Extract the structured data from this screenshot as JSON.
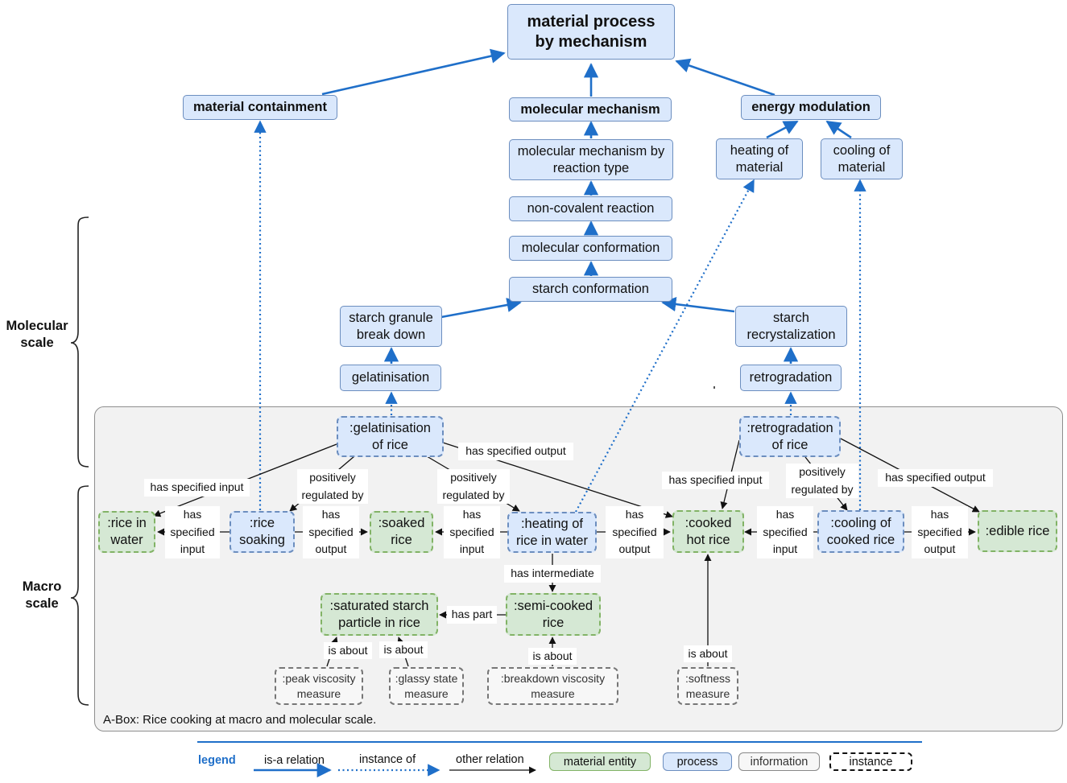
{
  "nodes": {
    "material_process": "material process\nby mechanism",
    "material_containment": "material containment",
    "molecular_mechanism": "molecular mechanism",
    "energy_modulation": "energy modulation",
    "mm_reaction_type": "molecular mechanism by\nreaction type",
    "heating_of_material": "heating of\nmaterial",
    "cooling_of_material": "cooling of\nmaterial",
    "non_covalent": "non-covalent reaction",
    "molecular_conformation": "molecular conformation",
    "starch_conformation": "starch conformation",
    "starch_breakdown": "starch granule\nbreak down",
    "starch_recryst": "starch\nrecrystalization",
    "gelatinisation": "gelatinisation",
    "retrogradation": "retrogradation",
    "gelatinisation_of_rice": ":gelatinisation\nof rice",
    "retrogradation_of_rice": ":retrogradation\nof rice",
    "rice_in_water": ":rice in\nwater",
    "rice_soaking": ":rice\nsoaking",
    "soaked_rice": ":soaked\nrice",
    "heating_rice_water": ":heating of\nrice in water",
    "cooked_hot_rice": ":cooked\nhot rice",
    "cooling_cooked_rice": ":cooling of\ncooked rice",
    "edible_rice": ":edible rice",
    "saturated_starch": ":saturated starch\nparticle in rice",
    "semi_cooked_rice": ":semi-cooked\nrice",
    "peak_viscosity": ":peak viscosity\nmeasure",
    "glassy_state": ":glassy state\nmeasure",
    "breakdown_viscosity": ":breakdown viscosity\nmeasure",
    "softness": ":softness\nmeasure"
  },
  "edge_labels": {
    "has_specified_output_top": "has specified output",
    "has_specified_input_left": "has specified input",
    "positively_regulated_by_1": "positively\nregulated by",
    "positively_regulated_by_2": "positively\nregulated by",
    "has_specified_input_right": "has specified input",
    "positively_regulated_by_3": "positively\nregulated by",
    "has_specified_output_right": "has specified output",
    "has_specified_input_1": "has\nspecified\ninput",
    "has_specified_output_1": "has\nspecified\noutput",
    "has_specified_input_2": "has\nspecified\ninput",
    "has_specified_output_2": "has\nspecified\noutput",
    "has_specified_input_3": "has\nspecified\ninput",
    "has_specified_output_3": "has\nspecified\noutput",
    "has_intermediate": "has intermediate",
    "has_part": "has part",
    "is_about_1": "is about",
    "is_about_2": "is about",
    "is_about_3": "is about",
    "is_about_4": "is about"
  },
  "scale_labels": {
    "molecular": "Molecular\nscale",
    "macro": "Macro\nscale"
  },
  "caption": "A-Box: Rice cooking  at macro and molecular scale.",
  "legend": {
    "title": "legend",
    "is_a": "is-a relation",
    "instance_of": "instance of",
    "other": "other relation",
    "material_entity": "material entity",
    "process": "process",
    "information": "information",
    "instance": "instance"
  },
  "colors": {
    "isa_blue": "#1f6fc9",
    "process_fill": "#dae8fc",
    "process_border": "#6c8ebf",
    "material_fill": "#d5e8d4",
    "material_border": "#82b366"
  }
}
